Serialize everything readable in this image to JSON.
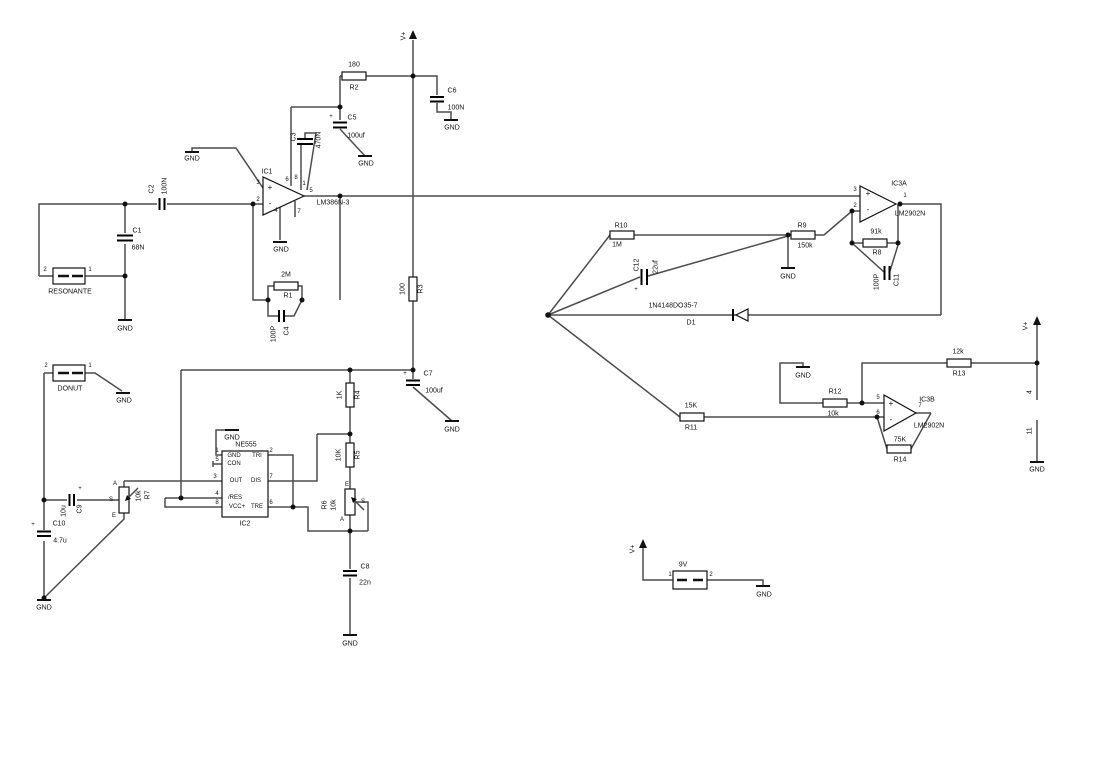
{
  "labels": [
    {
      "name": "ic1-plus-gnd",
      "text": "GND"
    },
    {
      "name": "ic1-ref",
      "text": "IC1"
    },
    {
      "name": "ic1-part",
      "text": "LM386N-3"
    },
    {
      "name": "ic1-pin3",
      "text": "3"
    },
    {
      "name": "ic1-pin2",
      "text": "2"
    },
    {
      "name": "ic1-plus",
      "text": "+"
    },
    {
      "name": "ic1-minus",
      "text": "-"
    },
    {
      "name": "ic1-pin4",
      "text": "4"
    },
    {
      "name": "ic1-pin7",
      "text": "7"
    },
    {
      "name": "ic1-pin6",
      "text": "6"
    },
    {
      "name": "ic1-pin8",
      "text": "8"
    },
    {
      "name": "ic1-pin1",
      "text": "1"
    },
    {
      "name": "ic1-pin5",
      "text": "5"
    },
    {
      "name": "c3-ref",
      "text": "C3"
    },
    {
      "name": "c3-value",
      "text": "470N"
    },
    {
      "name": "c5-plus",
      "text": "+"
    },
    {
      "name": "c5-ref",
      "text": "C5"
    },
    {
      "name": "c5-value",
      "text": "100uf"
    },
    {
      "name": "c5-gnd",
      "text": "GND"
    },
    {
      "name": "r2-value",
      "text": "180"
    },
    {
      "name": "r2-ref",
      "text": "R2"
    },
    {
      "name": "c6-ref",
      "text": "C6"
    },
    {
      "name": "c6-value",
      "text": "100N"
    },
    {
      "name": "c6-gnd",
      "text": "GND"
    },
    {
      "name": "vplus-top",
      "text": "V+"
    },
    {
      "name": "ic1-gnd",
      "text": "GND"
    },
    {
      "name": "r1-value",
      "text": "2M"
    },
    {
      "name": "r1-ref",
      "text": "R1"
    },
    {
      "name": "c4-value",
      "text": "100P"
    },
    {
      "name": "c4-ref",
      "text": "C4"
    },
    {
      "name": "c2-ref",
      "text": "C2"
    },
    {
      "name": "c2-value",
      "text": "100N"
    },
    {
      "name": "c1-ref",
      "text": "C1"
    },
    {
      "name": "c1-value",
      "text": "68N"
    },
    {
      "name": "resonante-pin2",
      "text": "2"
    },
    {
      "name": "resonante-pin1",
      "text": "1"
    },
    {
      "name": "resonante-ref",
      "text": "RESONANTE"
    },
    {
      "name": "c1-gnd",
      "text": "GND"
    },
    {
      "name": "r3-value",
      "text": "100"
    },
    {
      "name": "r3-ref",
      "text": "R3"
    },
    {
      "name": "c7-plus",
      "text": "+"
    },
    {
      "name": "c7-ref",
      "text": "C7"
    },
    {
      "name": "c7-value",
      "text": "100uf"
    },
    {
      "name": "c7-gnd",
      "text": "GND"
    },
    {
      "name": "r4-value",
      "text": "1K"
    },
    {
      "name": "r4-ref",
      "text": "R4"
    },
    {
      "name": "r5-value",
      "text": "10K"
    },
    {
      "name": "r5-ref",
      "text": "R5"
    },
    {
      "name": "r6-e",
      "text": "E"
    },
    {
      "name": "r6-s",
      "text": "S"
    },
    {
      "name": "r6-a",
      "text": "A"
    },
    {
      "name": "r6-ref",
      "text": "R6"
    },
    {
      "name": "r6-value",
      "text": "10k"
    },
    {
      "name": "c8-ref",
      "text": "C8"
    },
    {
      "name": "c8-value",
      "text": "22n"
    },
    {
      "name": "c8-gnd",
      "text": "GND"
    },
    {
      "name": "ne555-part",
      "text": "NE555"
    },
    {
      "name": "ic2-ref",
      "text": "IC2"
    },
    {
      "name": "ic2-pin1",
      "text": "1"
    },
    {
      "name": "ic2-pin5",
      "text": "5"
    },
    {
      "name": "ic2-pin3",
      "text": "3"
    },
    {
      "name": "ic2-pin4",
      "text": "4"
    },
    {
      "name": "ic2-pin8",
      "text": "8"
    },
    {
      "name": "ic2-pin2",
      "text": "2"
    },
    {
      "name": "ic2-pin7",
      "text": "7"
    },
    {
      "name": "ic2-pin6",
      "text": "6"
    },
    {
      "name": "ic2-gnd-label",
      "text": "GND"
    },
    {
      "name": "ic2-con-label",
      "text": "CON"
    },
    {
      "name": "ic2-out-label",
      "text": "OUT"
    },
    {
      "name": "ic2-res-label",
      "text": "/RES"
    },
    {
      "name": "ic2-vcc-label",
      "text": "VCC+"
    },
    {
      "name": "ic2-tri-label",
      "text": "TRI"
    },
    {
      "name": "ic2-dis-label",
      "text": "DIS"
    },
    {
      "name": "ic2-tre-label",
      "text": "TRE"
    },
    {
      "name": "ic2-gnd",
      "text": "GND"
    },
    {
      "name": "donut-pin2",
      "text": "2"
    },
    {
      "name": "donut-pin1",
      "text": "1"
    },
    {
      "name": "donut-ref",
      "text": "DONUT"
    },
    {
      "name": "donut-gnd",
      "text": "GND"
    },
    {
      "name": "c10-ref",
      "text": "C10"
    },
    {
      "name": "c10-value",
      "text": "4.7u"
    },
    {
      "name": "c10-plus",
      "text": "+"
    },
    {
      "name": "left-gnd",
      "text": "GND"
    },
    {
      "name": "c9-value",
      "text": "10u"
    },
    {
      "name": "c9-ref",
      "text": "C9"
    },
    {
      "name": "c9-plus",
      "text": "+"
    },
    {
      "name": "r7-a",
      "text": "A"
    },
    {
      "name": "r7-s",
      "text": "S"
    },
    {
      "name": "r7-e",
      "text": "E"
    },
    {
      "name": "r7-value",
      "text": "10k"
    },
    {
      "name": "r7-ref",
      "text": "R7"
    },
    {
      "name": "r10-ref",
      "text": "R10"
    },
    {
      "name": "r10-value",
      "text": "1M"
    },
    {
      "name": "c12-ref",
      "text": "C12"
    },
    {
      "name": "c12-value",
      "text": "22uf"
    },
    {
      "name": "c12-plus",
      "text": "+"
    },
    {
      "name": "r9-ref",
      "text": "R9"
    },
    {
      "name": "r9-value",
      "text": "150k"
    },
    {
      "name": "r9-gnd",
      "text": "GND"
    },
    {
      "name": "d1-part",
      "text": "1N4148DO35-7"
    },
    {
      "name": "d1-ref",
      "text": "D1"
    },
    {
      "name": "ic3a-ref",
      "text": "IC3A"
    },
    {
      "name": "ic3a-part",
      "text": "LM2902N"
    },
    {
      "name": "ic3a-pin3",
      "text": "3"
    },
    {
      "name": "ic3a-pin2",
      "text": "2"
    },
    {
      "name": "ic3a-pin1",
      "text": "1"
    },
    {
      "name": "ic3a-plus",
      "text": "+"
    },
    {
      "name": "ic3a-minus",
      "text": "-"
    },
    {
      "name": "r8-value",
      "text": "91k"
    },
    {
      "name": "r8-ref",
      "text": "R8"
    },
    {
      "name": "c11-value",
      "text": "100P"
    },
    {
      "name": "c11-ref",
      "text": "C11"
    },
    {
      "name": "r11-value",
      "text": "15K"
    },
    {
      "name": "r11-ref",
      "text": "R11"
    },
    {
      "name": "r12-ref",
      "text": "R12"
    },
    {
      "name": "r12-value",
      "text": "10k"
    },
    {
      "name": "r12-gnd",
      "text": "GND"
    },
    {
      "name": "r13-value",
      "text": "12k"
    },
    {
      "name": "r13-ref",
      "text": "R13"
    },
    {
      "name": "ic3b-ref",
      "text": "IC3B"
    },
    {
      "name": "ic3b-part",
      "text": "LM2902N"
    },
    {
      "name": "ic3b-pin5",
      "text": "5"
    },
    {
      "name": "ic3b-pin6",
      "text": "6"
    },
    {
      "name": "ic3b-pin7",
      "text": "7"
    },
    {
      "name": "ic3b-plus",
      "text": "+"
    },
    {
      "name": "ic3b-minus",
      "text": "-"
    },
    {
      "name": "r14-value",
      "text": "75K"
    },
    {
      "name": "r14-ref",
      "text": "R14"
    },
    {
      "name": "vplus-right",
      "text": "V+"
    },
    {
      "name": "pwr-pin4",
      "text": "4"
    },
    {
      "name": "pwr-pin11",
      "text": "11"
    },
    {
      "name": "pwr-gnd",
      "text": "GND"
    },
    {
      "name": "batt-value",
      "text": "9V"
    },
    {
      "name": "batt-pin1",
      "text": "1"
    },
    {
      "name": "batt-pin2",
      "text": "2"
    },
    {
      "name": "batt-gnd",
      "text": "GND"
    },
    {
      "name": "vplus-batt",
      "text": "V+"
    }
  ]
}
